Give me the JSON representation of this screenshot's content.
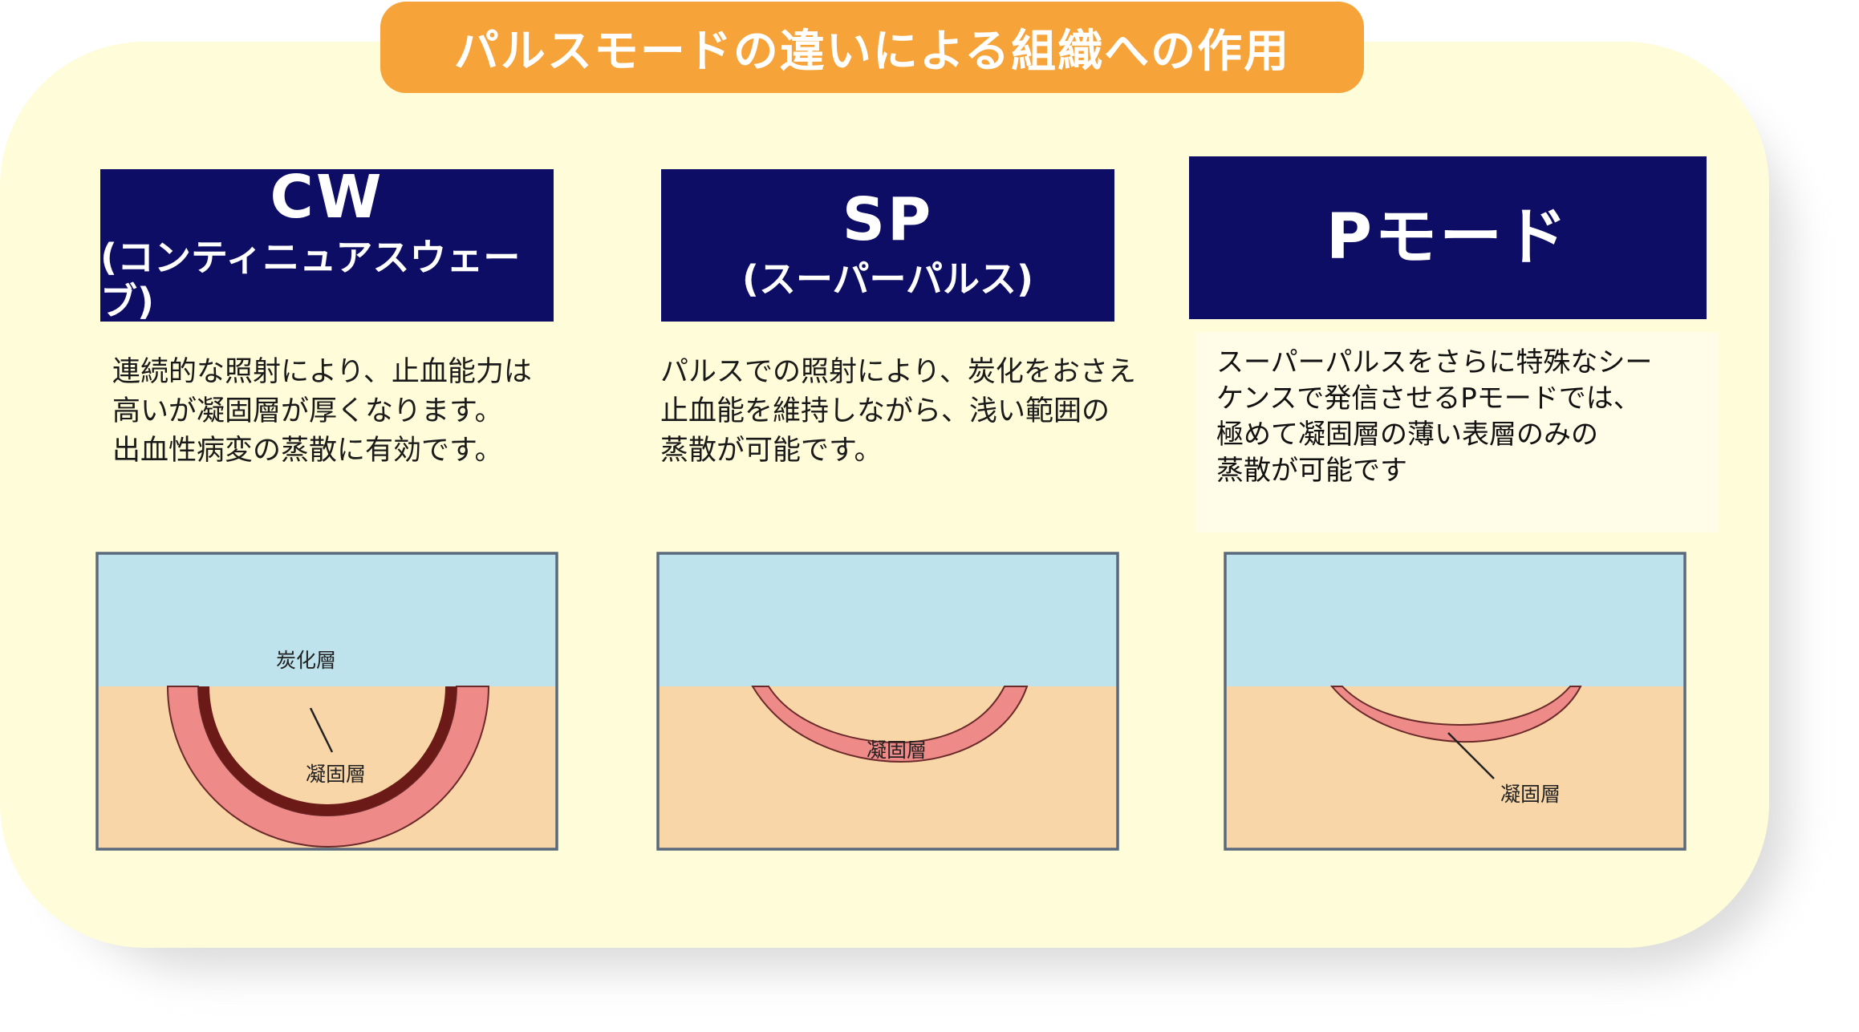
{
  "title": "パルスモードの違いによる組織への作用",
  "colors": {
    "title_bg": "#f6a43a",
    "panel_bg": "#fffcd9",
    "header_bg": "#0d0d66",
    "water": "#bfe3ec",
    "tissue": "#f9d6a8",
    "coag": "#ee8a88",
    "carbon": "#6b1a17"
  },
  "modes": [
    {
      "name": "CW",
      "subtitle": "(コンティニュアスウェーブ)",
      "description": [
        "連続的な照射により、止血能力は",
        "高いが凝固層が厚くなります。",
        "出血性病変の蒸散に有効です。"
      ],
      "labels": {
        "carbon": "炭化層",
        "coag": "凝固層"
      }
    },
    {
      "name": "SP",
      "subtitle": "(スーパーパルス)",
      "description": [
        "パルスでの照射により、炭化をおさえ",
        "止血能を維持しながら、浅い範囲の",
        "蒸散が可能です。"
      ],
      "labels": {
        "coag": "凝固層"
      }
    },
    {
      "name": "Pモード",
      "description": [
        "スーパーパルスをさらに特殊なシー",
        "ケンスで発信させるPモードでは、",
        "極めて凝固層の薄い表層のみの",
        "蒸散が可能です"
      ],
      "labels": {
        "coag": "凝固層"
      }
    }
  ]
}
